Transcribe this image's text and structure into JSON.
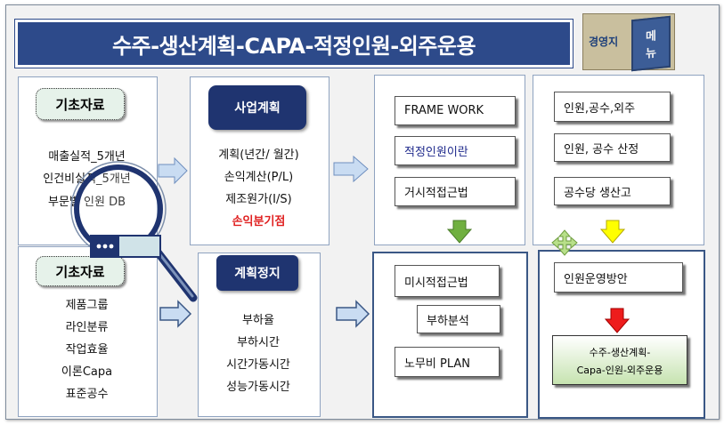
{
  "title": "수주-생산계획-CAPA-적정인원-외주운용",
  "menu": {
    "left_text": "경영지",
    "door_text_1": "메",
    "door_text_2": "뉴"
  },
  "col1_top": {
    "tag": "기초자료",
    "items": [
      "매출실적_5개년",
      "인건비실적_5개년",
      "부문별 인원 DB"
    ]
  },
  "col1_bottom": {
    "tag": "기초자료",
    "items": [
      "제품그룹",
      "라인분류",
      "작업효율",
      "이론Capa",
      "표준공수"
    ]
  },
  "col2_top": {
    "tag": "사업계획",
    "items": [
      "계획(년간/ 월간)",
      "손익계산(P/L)",
      "제조원가(I/S)",
      "손익분기점"
    ]
  },
  "col2_bottom": {
    "tag": "계획정지",
    "items": [
      "부하율",
      "부하시간",
      "시간가동시간",
      "성능가동시간"
    ]
  },
  "col3_top": [
    "FRAME WORK",
    "적정인원이란",
    "거시적접근법"
  ],
  "col3_bottom": [
    "미시적접근법",
    "부하분석",
    "노무비 PLAN"
  ],
  "col4_top": [
    "인원,공수,외주",
    "인원, 공수 산정",
    "공수당 생산고"
  ],
  "col4_bottom": {
    "box": "인원운영방안",
    "final_1": "수주-생산계획-",
    "final_2": "Capa-인원-외주운용"
  },
  "colors": {
    "navy": "#1f3470",
    "accent_red": "#e02020",
    "arrow_blue": "#c9dcf2",
    "arrow_green": "#70b040",
    "arrow_yellow": "#ffff00"
  }
}
